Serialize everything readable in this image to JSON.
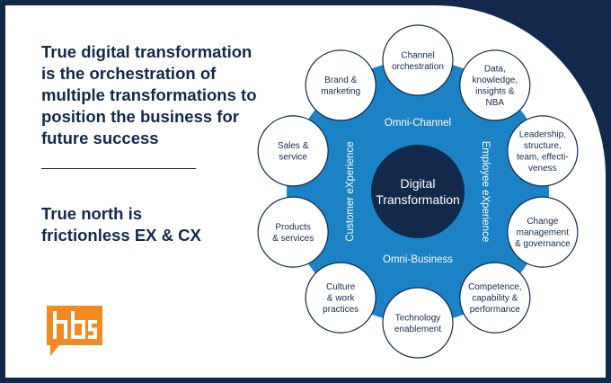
{
  "headline": "True digital transformation is the orchestration of multiple transformations to position the business for future success",
  "subline": "True north is frictionless EX & CX",
  "colors": {
    "navy": "#13294b",
    "blue": "#1b82c5",
    "orange": "#f28a22",
    "white": "#ffffff"
  },
  "diagram": {
    "center": [
      "Digital",
      "Transformation"
    ],
    "ring_labels": {
      "top": "Omni-Channel",
      "bottom": "Omni-Business",
      "left": "Customer eXperience",
      "right": "Employee eXperience"
    },
    "nodes": [
      {
        "id": "channel-orchestration",
        "lines": [
          "Channel",
          "orchestration"
        ]
      },
      {
        "id": "data-knowledge",
        "lines": [
          "Data,",
          "knowledge,",
          "insights &",
          "NBA"
        ]
      },
      {
        "id": "leadership",
        "lines": [
          "Leadership,",
          "structure,",
          "team, effecti-",
          "veness"
        ]
      },
      {
        "id": "change-management",
        "lines": [
          "Change",
          "management",
          "& governance"
        ]
      },
      {
        "id": "competence",
        "lines": [
          "Competence,",
          "capability &",
          "performance"
        ]
      },
      {
        "id": "technology",
        "lines": [
          "Technology",
          "enablement"
        ]
      },
      {
        "id": "culture",
        "lines": [
          "Culture",
          "& work",
          "practices"
        ]
      },
      {
        "id": "products-services",
        "lines": [
          "Products",
          "& services"
        ]
      },
      {
        "id": "sales-service",
        "lines": [
          "Sales &",
          "service"
        ]
      },
      {
        "id": "brand-marketing",
        "lines": [
          "Brand &",
          "marketing"
        ]
      }
    ]
  }
}
